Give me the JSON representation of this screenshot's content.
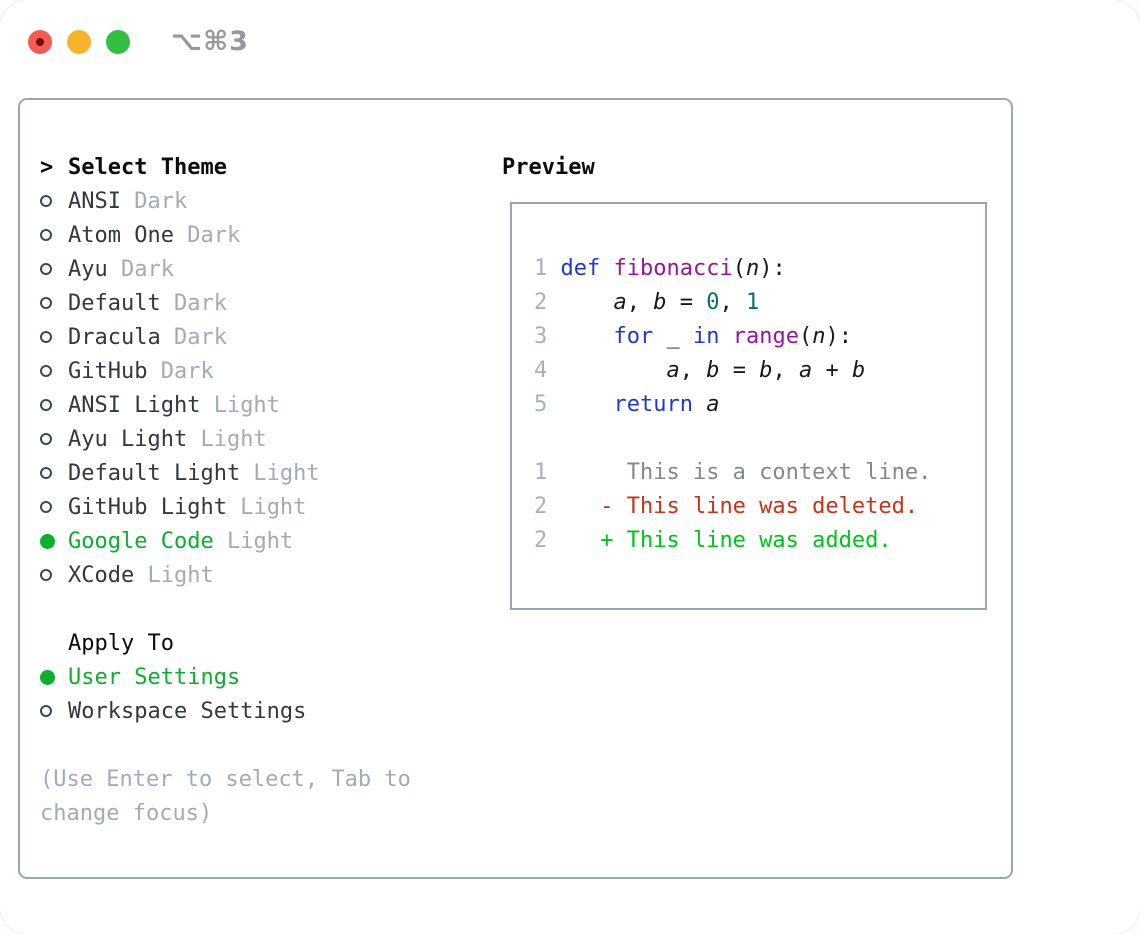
{
  "window": {
    "shortcut": "⌥⌘3",
    "traffic_lights": [
      "close",
      "minimize",
      "zoom"
    ]
  },
  "theme_panel": {
    "header": {
      "prefix": ">",
      "label": "Select Theme"
    },
    "themes": [
      {
        "name": "ANSI",
        "variant": "Dark",
        "selected": false
      },
      {
        "name": "Atom One",
        "variant": "Dark",
        "selected": false
      },
      {
        "name": "Ayu",
        "variant": "Dark",
        "selected": false
      },
      {
        "name": "Default",
        "variant": "Dark",
        "selected": false
      },
      {
        "name": "Dracula",
        "variant": "Dark",
        "selected": false
      },
      {
        "name": "GitHub",
        "variant": "Dark",
        "selected": false
      },
      {
        "name": "ANSI Light",
        "variant": "Light",
        "selected": false
      },
      {
        "name": "Ayu Light",
        "variant": "Light",
        "selected": false
      },
      {
        "name": "Default Light",
        "variant": "Light",
        "selected": false
      },
      {
        "name": "GitHub Light",
        "variant": "Light",
        "selected": false
      },
      {
        "name": "Google Code",
        "variant": "Light",
        "selected": true
      },
      {
        "name": "XCode",
        "variant": "Light",
        "selected": false
      }
    ],
    "apply_to": {
      "label": "Apply To",
      "options": [
        {
          "name": "User Settings",
          "selected": true
        },
        {
          "name": "Workspace Settings",
          "selected": false
        }
      ]
    },
    "hint_lines": [
      "(Use Enter to select, Tab to",
      "change focus)"
    ]
  },
  "preview": {
    "title": "Preview",
    "code_lines": [
      [
        {
          "t": "1 ",
          "c": "lineno"
        },
        {
          "t": "def",
          "c": "kw"
        },
        {
          "t": " ",
          "c": "plain"
        },
        {
          "t": "fibonacci",
          "c": "fn"
        },
        {
          "t": "(",
          "c": "plain"
        },
        {
          "t": "n",
          "c": "var"
        },
        {
          "t": "):",
          "c": "plain"
        }
      ],
      [
        {
          "t": "2 ",
          "c": "lineno"
        },
        {
          "t": "    ",
          "c": "plain"
        },
        {
          "t": "a",
          "c": "var"
        },
        {
          "t": ", ",
          "c": "plain"
        },
        {
          "t": "b",
          "c": "var"
        },
        {
          "t": " = ",
          "c": "plain"
        },
        {
          "t": "0",
          "c": "num"
        },
        {
          "t": ", ",
          "c": "plain"
        },
        {
          "t": "1",
          "c": "num"
        }
      ],
      [
        {
          "t": "3 ",
          "c": "lineno"
        },
        {
          "t": "    ",
          "c": "plain"
        },
        {
          "t": "for",
          "c": "kw"
        },
        {
          "t": " _ ",
          "c": "plain"
        },
        {
          "t": "in",
          "c": "kw"
        },
        {
          "t": " ",
          "c": "plain"
        },
        {
          "t": "range",
          "c": "fn"
        },
        {
          "t": "(",
          "c": "plain"
        },
        {
          "t": "n",
          "c": "var"
        },
        {
          "t": "):",
          "c": "plain"
        }
      ],
      [
        {
          "t": "4 ",
          "c": "lineno"
        },
        {
          "t": "        ",
          "c": "plain"
        },
        {
          "t": "a",
          "c": "var"
        },
        {
          "t": ", ",
          "c": "plain"
        },
        {
          "t": "b",
          "c": "var"
        },
        {
          "t": " = ",
          "c": "plain"
        },
        {
          "t": "b",
          "c": "var"
        },
        {
          "t": ", ",
          "c": "plain"
        },
        {
          "t": "a",
          "c": "var"
        },
        {
          "t": " + ",
          "c": "plain"
        },
        {
          "t": "b",
          "c": "var"
        }
      ],
      [
        {
          "t": "5 ",
          "c": "lineno"
        },
        {
          "t": "    ",
          "c": "plain"
        },
        {
          "t": "return",
          "c": "kw"
        },
        {
          "t": " ",
          "c": "plain"
        },
        {
          "t": "a",
          "c": "var"
        }
      ],
      [],
      [
        {
          "t": "1",
          "c": "lineno"
        },
        {
          "t": "      This is a context line.",
          "c": "context"
        }
      ],
      [
        {
          "t": "2",
          "c": "lineno"
        },
        {
          "t": "    ",
          "c": "plain"
        },
        {
          "t": "- This line was deleted.",
          "c": "deleted"
        }
      ],
      [
        {
          "t": "2",
          "c": "lineno"
        },
        {
          "t": "    ",
          "c": "plain"
        },
        {
          "t": "+ This line was added.",
          "c": "added"
        }
      ]
    ]
  },
  "colors": {
    "accent": "#0ead30",
    "diff_added": "#00c21e",
    "diff_deleted": "#c43419",
    "syntax_keyword": "#2438c8",
    "syntax_function": "#96189a",
    "syntax_number": "#0b6e6e",
    "panel_border": "#9ca6b0",
    "traffic_red": "#f25c52",
    "traffic_yellow": "#f7b32b",
    "traffic_green": "#32bf41"
  }
}
